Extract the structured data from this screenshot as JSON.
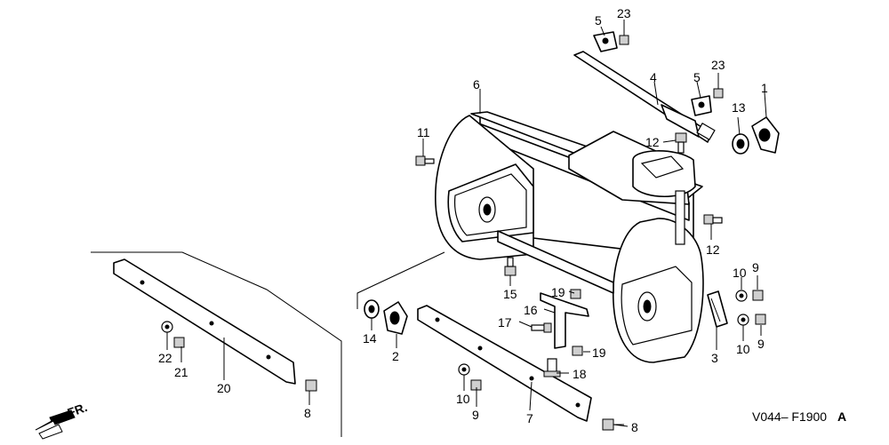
{
  "diagram": {
    "callouts": {
      "c1": "1",
      "c2": "2",
      "c3": "3",
      "c4": "4",
      "c5a": "5",
      "c5b": "5",
      "c6": "6",
      "c7": "7",
      "c8a": "8",
      "c8b": "8",
      "c9a": "9",
      "c9b": "9",
      "c9c": "9",
      "c10a": "10",
      "c10b": "10",
      "c10c": "10",
      "c11": "11",
      "c12a": "12",
      "c12b": "12",
      "c13": "13",
      "c14": "14",
      "c15": "15",
      "c16": "16",
      "c17": "17",
      "c18": "18",
      "c19a": "19",
      "c19b": "19",
      "c20": "20",
      "c21": "21",
      "c22": "22",
      "c23a": "23",
      "c23b": "23"
    },
    "direction_label": "FR.",
    "diagram_code": "V044– F1900",
    "diagram_code_suffix": "A"
  }
}
